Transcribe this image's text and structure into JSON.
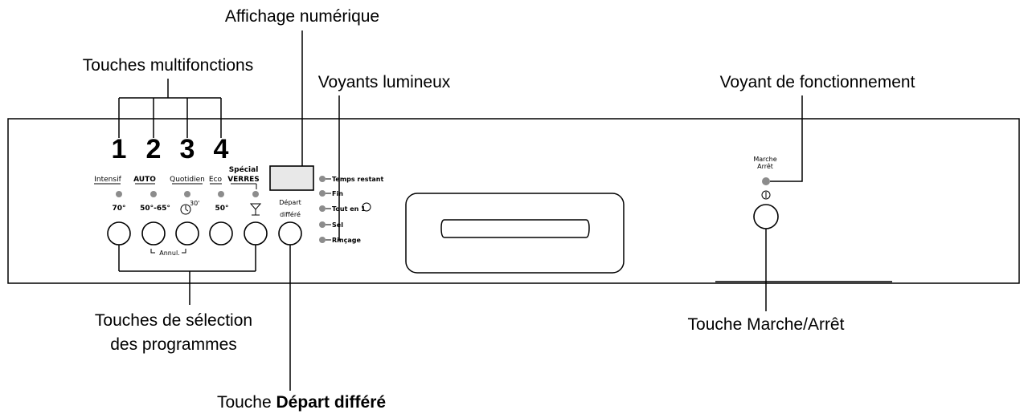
{
  "callouts": {
    "display": "Affichage numérique",
    "multifunction": "Touches multifonctions",
    "indicators": "Voyants lumineux",
    "operation_light": "Voyant de fonctionnement",
    "program_select_line1": "Touches de sélection",
    "program_select_line2": "des programmes",
    "onoff_key": "Touche Marche/Arrêt",
    "delay_key_prefix": "Touche ",
    "delay_key_bold": "Départ différé"
  },
  "numbers": [
    "1",
    "2",
    "3",
    "4"
  ],
  "programs": [
    {
      "name": "Intensif",
      "temp": "70°"
    },
    {
      "name": "AUTO",
      "temp": "50°-65°"
    },
    {
      "name": "Quotidien",
      "temp": "30'"
    },
    {
      "name": "Eco",
      "temp": "50°"
    },
    {
      "name_line1": "Spécial",
      "name_line2": "VERRES",
      "temp": ""
    }
  ],
  "annul_label": "Annul.",
  "delay_button": {
    "line1": "Départ",
    "line2": "différé"
  },
  "indicator_lights": [
    "Temps restant",
    "Fin",
    "Tout en 1",
    "Sel",
    "Rinçage"
  ],
  "onoff": {
    "line1": "Marche",
    "line2": "Arrêt"
  },
  "colors": {
    "led": "#8c8c8c",
    "line": "#000000",
    "display_fill": "#e8e8e8"
  }
}
